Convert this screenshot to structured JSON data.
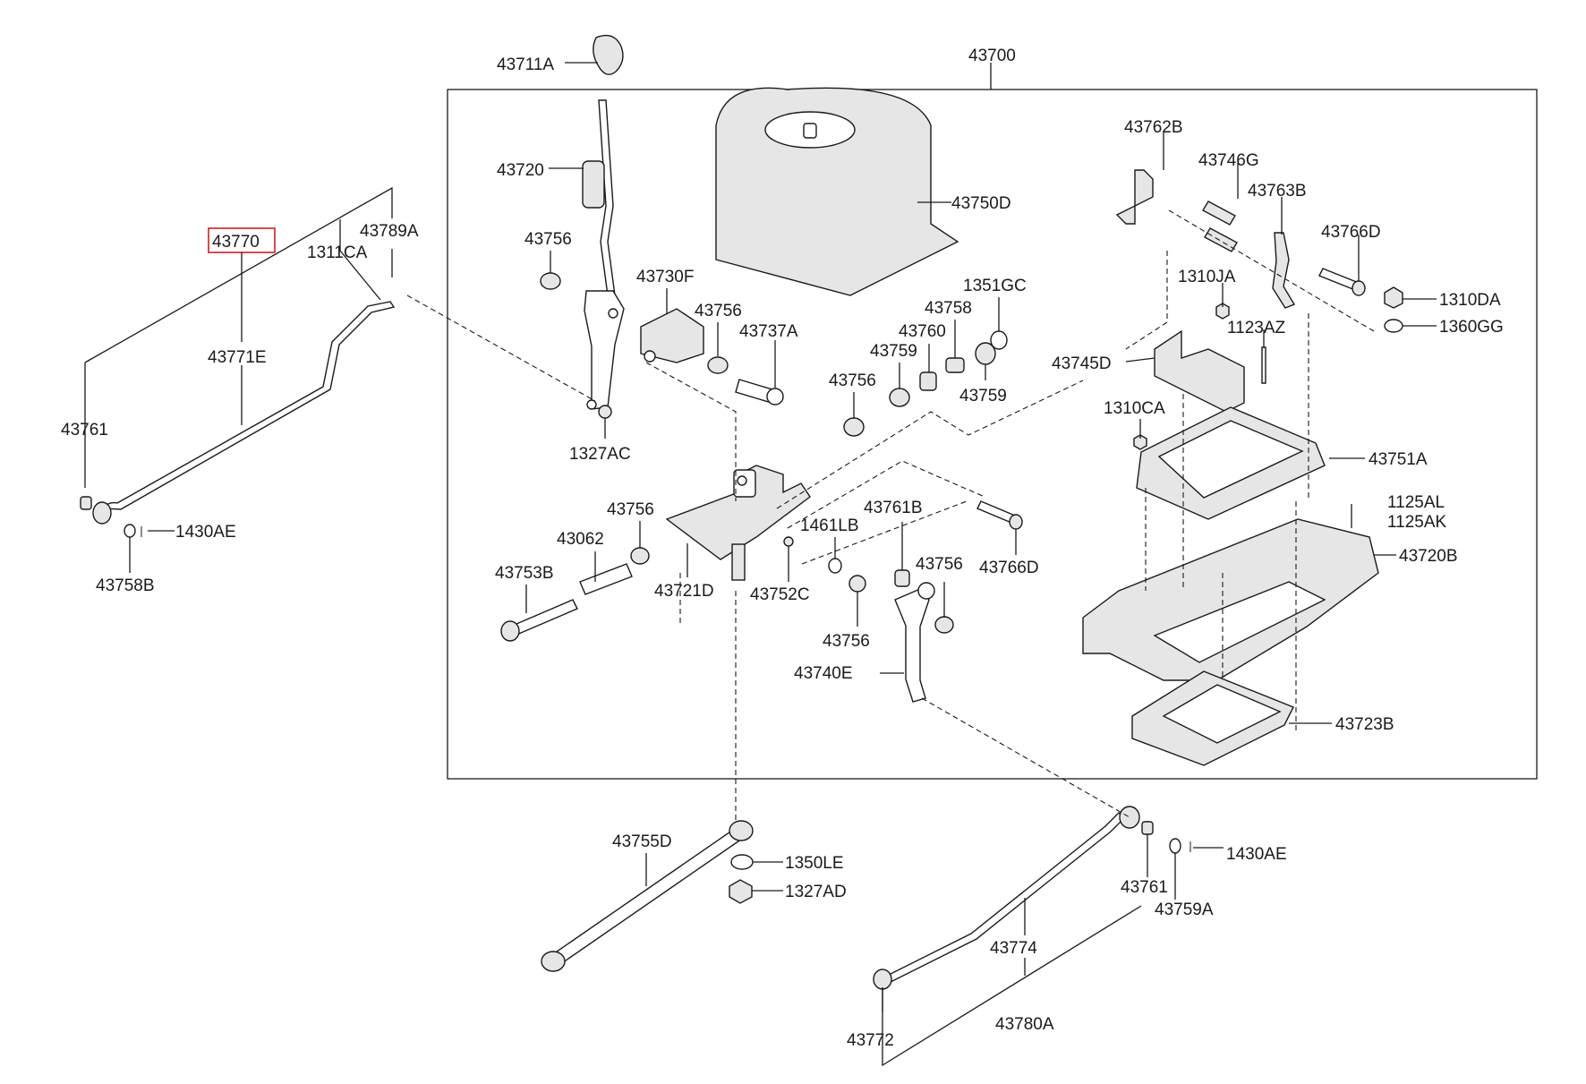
{
  "labels": {
    "l43700": "43700",
    "l43711A": "43711A",
    "l43720": "43720",
    "l43756_a": "43756",
    "l43730F": "43730F",
    "l43756_b": "43756",
    "l43737A": "43737A",
    "l1327AC": "1327AC",
    "l43750D": "43750D",
    "l1351GC": "1351GC",
    "l43758": "43758",
    "l43760": "43760",
    "l43759_a": "43759",
    "l43759_b": "43759",
    "l43756_c": "43756",
    "l43762B": "43762B",
    "l43746G": "43746G",
    "l43763B": "43763B",
    "l43766D_a": "43766D",
    "l1310JA": "1310JA",
    "l1310DA": "1310DA",
    "l1360GG": "1360GG",
    "l1123AZ": "1123AZ",
    "l43745D": "43745D",
    "l1310CA": "1310CA",
    "l43751A": "43751A",
    "l1125AL": "1125AL",
    "l1125AK": "1125AK",
    "l43720B": "43720B",
    "l43723B": "43723B",
    "l43770": "43770",
    "l1311CA": "1311CA",
    "l43789A": "43789A",
    "l43771E": "43771E",
    "l43761_a": "43761",
    "l1430AE_a": "1430AE",
    "l43758B": "43758B",
    "l43756_d": "43756",
    "l43062": "43062",
    "l43753B": "43753B",
    "l43721D": "43721D",
    "l43752C": "43752C",
    "l1461LB": "1461LB",
    "l43761B": "43761B",
    "l43756_e": "43756",
    "l43766D_b": "43766D",
    "l43756_f": "43756",
    "l43740E": "43740E",
    "l43755D": "43755D",
    "l1350LE": "1350LE",
    "l1327AD": "1327AD",
    "l1430AE_b": "1430AE",
    "l43761_b": "43761",
    "l43759A": "43759A",
    "l43774": "43774",
    "l43780A": "43780A",
    "l43772": "43772"
  },
  "highlight": {
    "part": "43770",
    "color": "#d0201e"
  },
  "colors": {
    "line": "#1a1a1a",
    "part_fill": "#e6e6e6",
    "background": "#ffffff"
  }
}
